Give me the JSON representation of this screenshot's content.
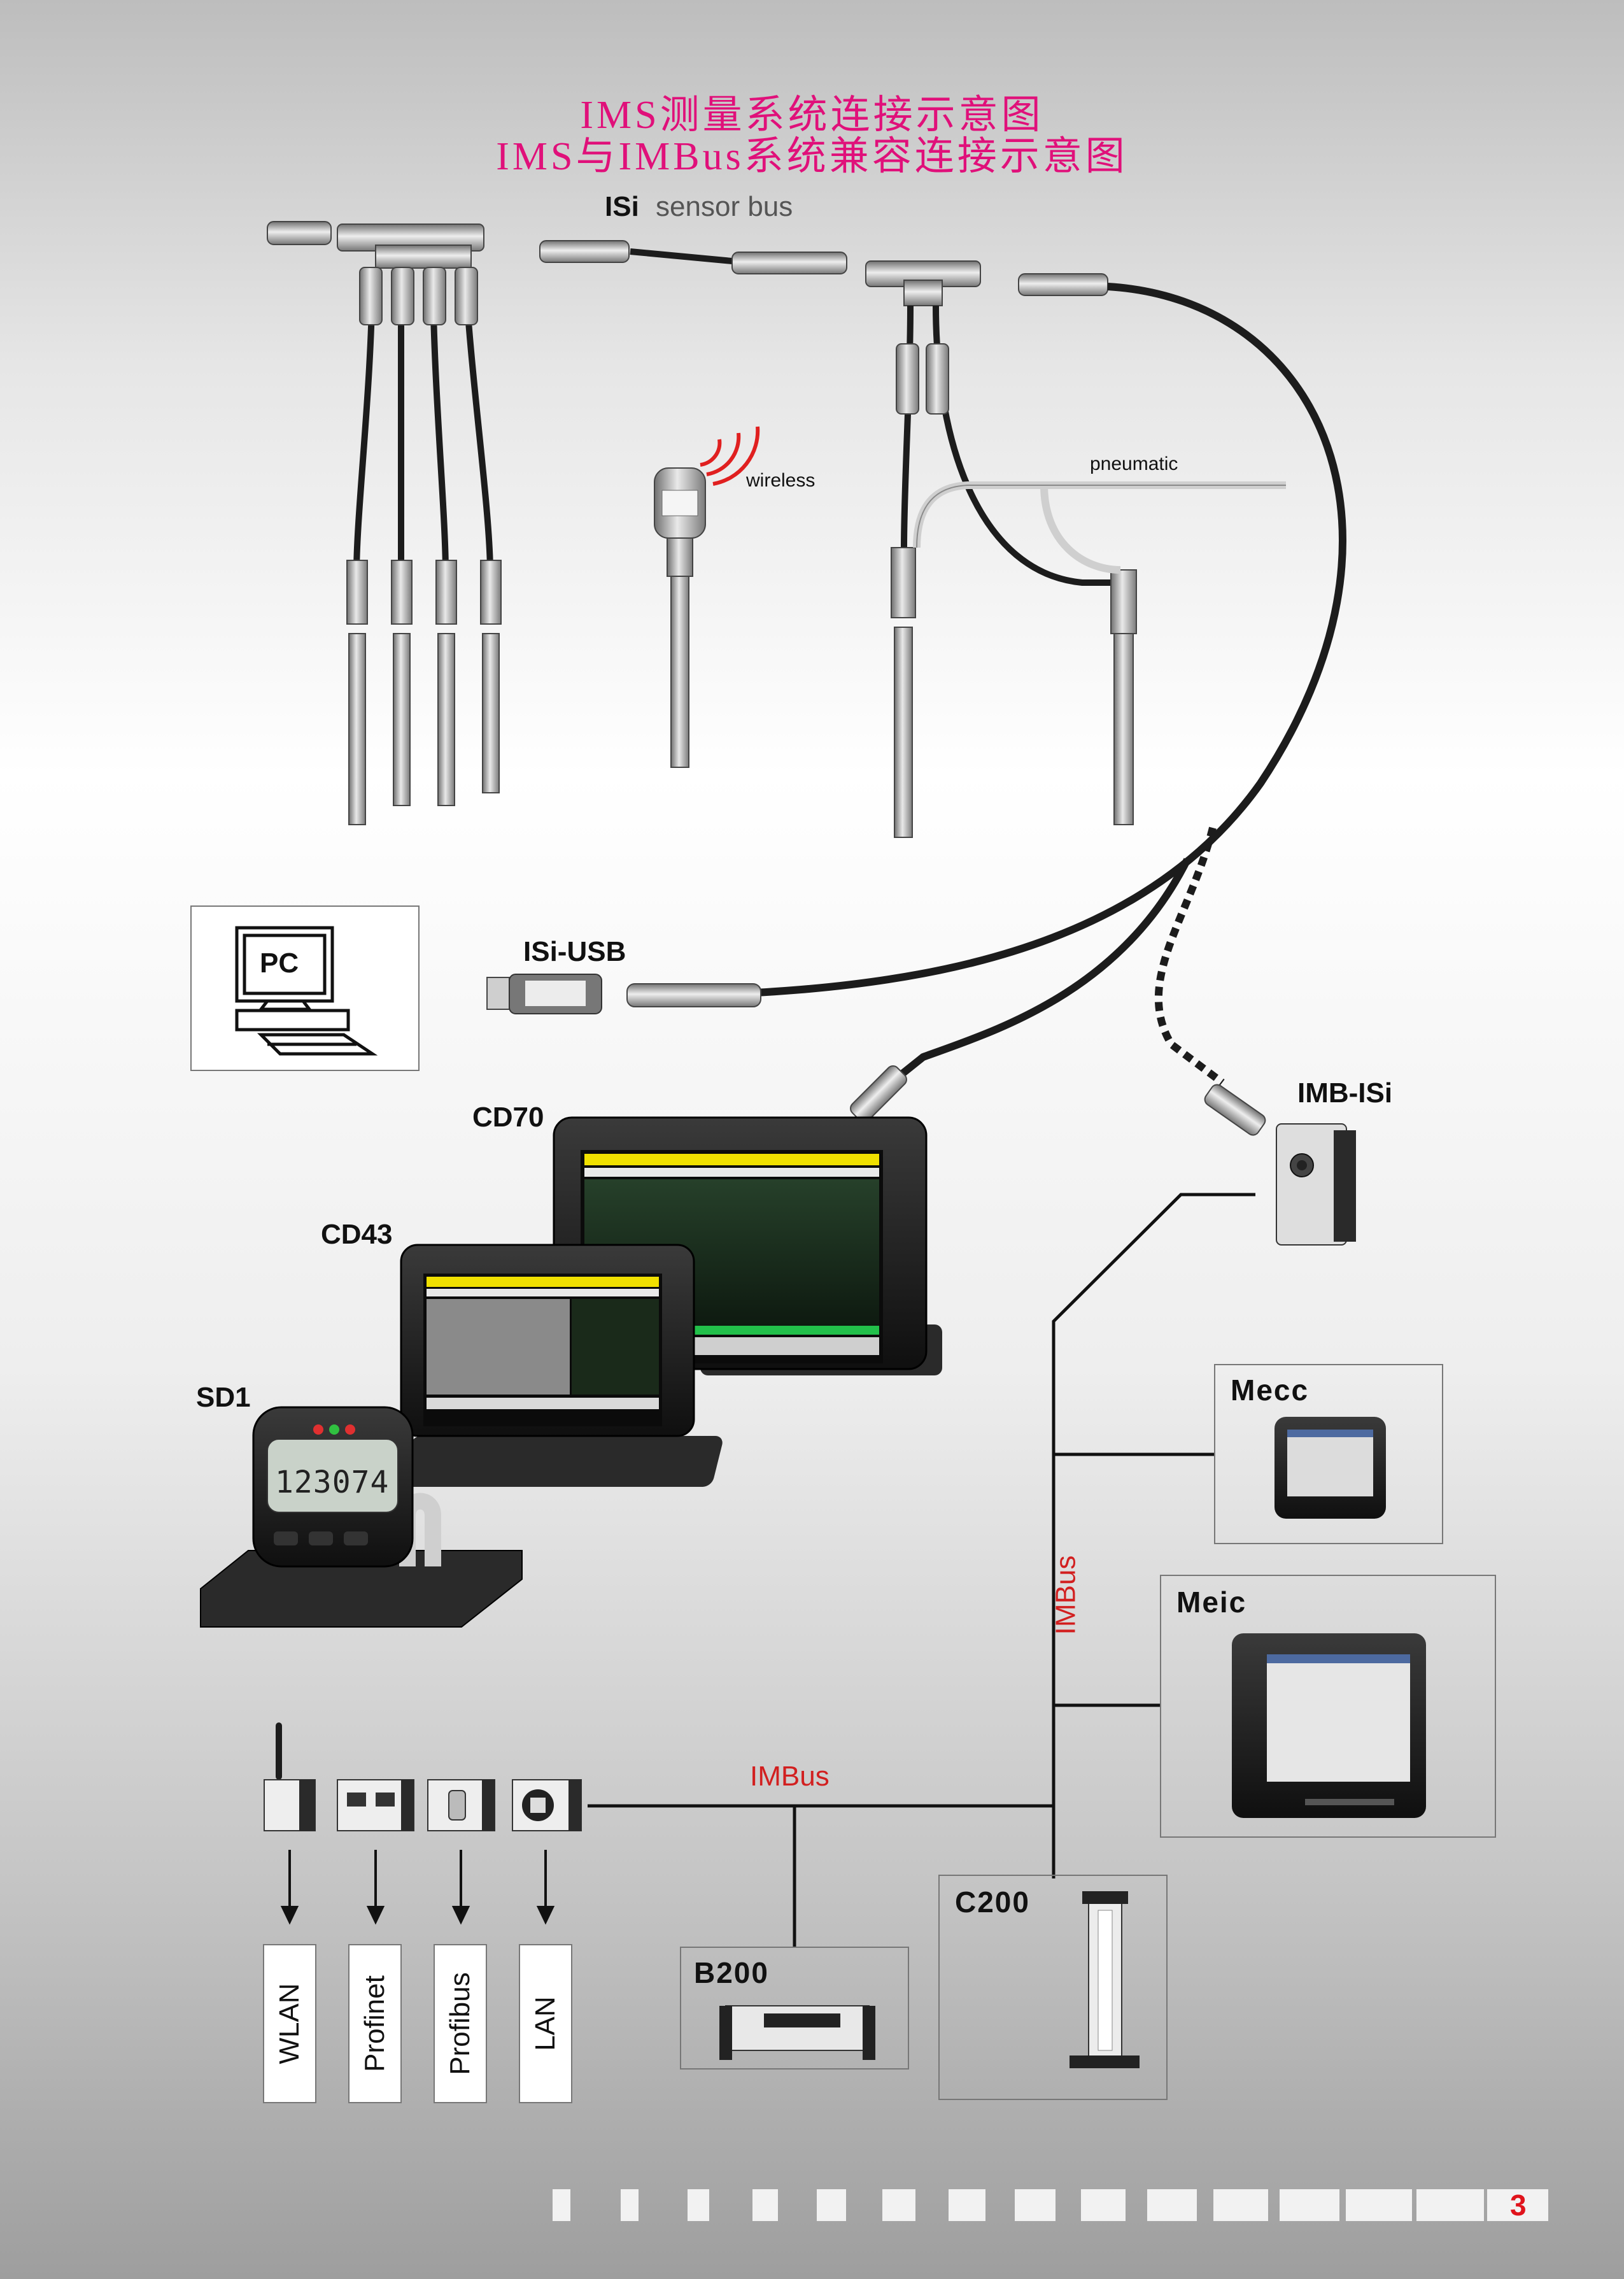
{
  "title": {
    "line1": "IMS测量系统连接示意图",
    "line2": "IMS与IMBus系统兼容连接示意图"
  },
  "sensor_bus": {
    "prefix": "ISi",
    "label": "sensor bus"
  },
  "wireless_label": "wireless",
  "pneumatic_label": "pneumatic",
  "pc_label": "PC",
  "isi_usb_label": "ISi-USB",
  "imb_isi_label": "IMB-ISi",
  "devices": {
    "cd70": "CD70",
    "cd43": "CD43",
    "sd1": "SD1",
    "sd1_readout": "123074"
  },
  "imbus_vertical": "IMBus",
  "imbus_horizontal": "IMBus",
  "modules": [
    "Mecc",
    "Meic",
    "C200",
    "B200"
  ],
  "interfaces": [
    "WLAN",
    "Profinet",
    "Profibus",
    "LAN"
  ],
  "page_number": "3",
  "colors": {
    "title": "#e0107a",
    "bus_label": "#d21f1f",
    "cable": "#1c1c1c",
    "page_number": "#e0141c"
  },
  "icons": [
    "pc-monitor-icon",
    "usb-stick-icon",
    "wireless-waves-icon",
    "arrow-down-icon"
  ]
}
